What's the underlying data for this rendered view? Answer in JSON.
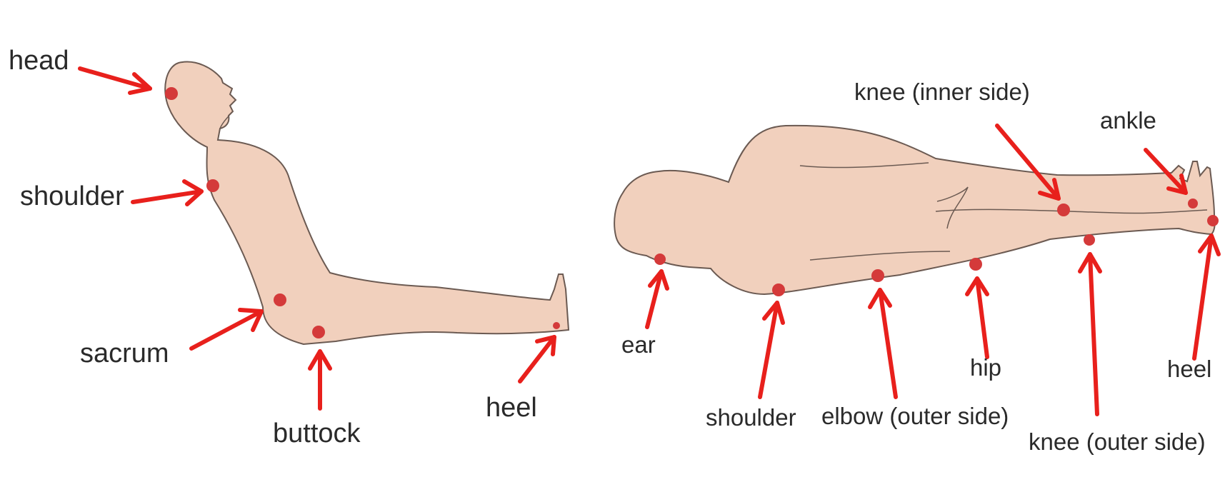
{
  "figure_a": {
    "labels": {
      "head": "head",
      "shoulder": "shoulder",
      "sacrum": "sacrum",
      "buttock": "buttock",
      "heel": "heel"
    }
  },
  "figure_b": {
    "labels": {
      "ear": "ear",
      "shoulder": "shoulder",
      "elbow": "elbow (outer side)",
      "hip": "hip",
      "knee_inner": "knee (inner side)",
      "knee_outer": "knee (outer side)",
      "ankle": "ankle",
      "heel": "heel"
    }
  },
  "colors": {
    "skin": "#f1d0bd",
    "outline": "#6b5a52",
    "arrow": "#e8201c",
    "pressure_point": "#d43a3a"
  }
}
